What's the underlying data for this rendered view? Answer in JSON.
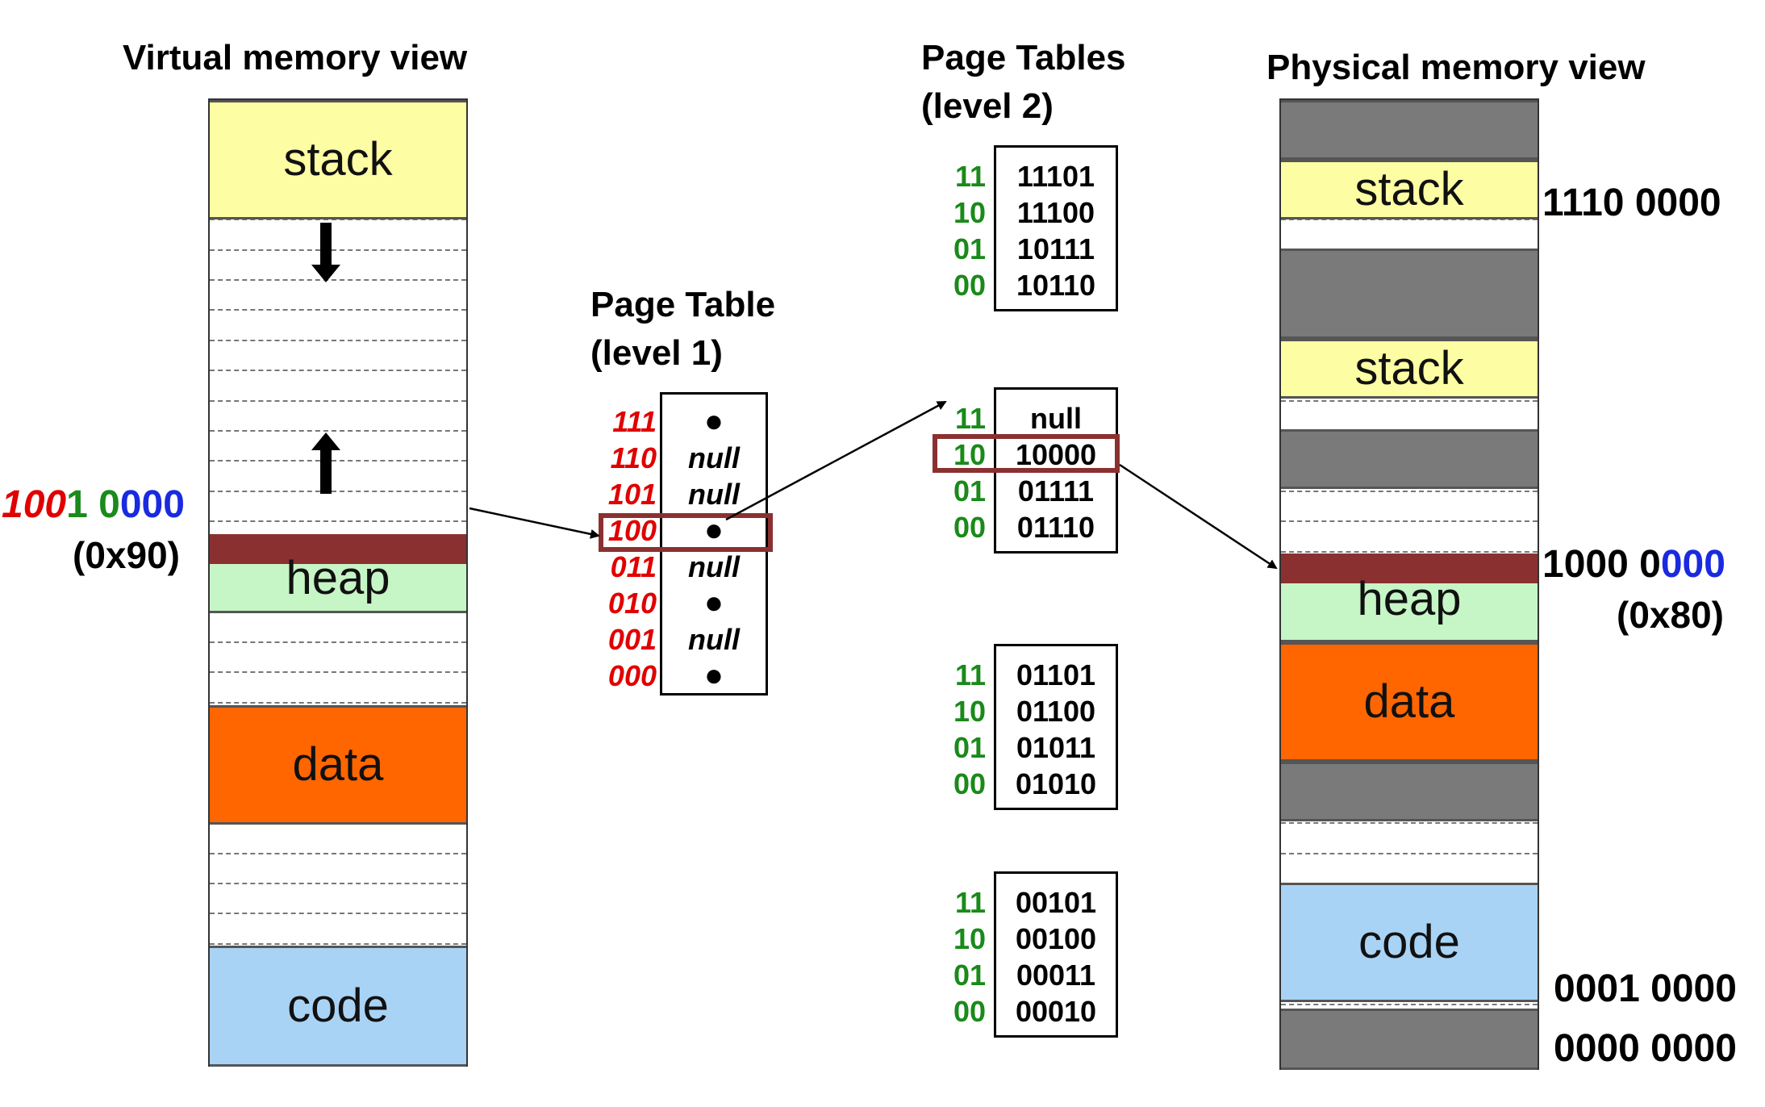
{
  "titles": {
    "virtual": "Virtual memory view",
    "pt1_line1": "Page Table",
    "pt1_line2": "(level 1)",
    "pt2_line1": "Page Tables",
    "pt2_line2": "(level 2)",
    "physical": "Physical memory view"
  },
  "virtual_memory": {
    "segments": {
      "stack": "stack",
      "heap": "heap",
      "data": "data",
      "code": "code"
    },
    "address": {
      "part_red": "100",
      "part_green_1": "1",
      "space": " ",
      "part_green_2": "0",
      "part_blue": "000",
      "hex": "(0x90)"
    }
  },
  "page_table_l1": {
    "rows": [
      {
        "index": "111",
        "value": "●"
      },
      {
        "index": "110",
        "value": "null"
      },
      {
        "index": "101",
        "value": "null"
      },
      {
        "index": "100",
        "value": "●"
      },
      {
        "index": "011",
        "value": "null"
      },
      {
        "index": "010",
        "value": "●"
      },
      {
        "index": "001",
        "value": "null"
      },
      {
        "index": "000",
        "value": "●"
      }
    ]
  },
  "page_tables_l2": [
    {
      "rows": [
        {
          "index": "11",
          "value": "11101"
        },
        {
          "index": "10",
          "value": "11100"
        },
        {
          "index": "01",
          "value": "10111"
        },
        {
          "index": "00",
          "value": "10110"
        }
      ]
    },
    {
      "rows": [
        {
          "index": "11",
          "value": "null"
        },
        {
          "index": "10",
          "value": "10000"
        },
        {
          "index": "01",
          "value": "01111"
        },
        {
          "index": "00",
          "value": "01110"
        }
      ]
    },
    {
      "rows": [
        {
          "index": "11",
          "value": "01101"
        },
        {
          "index": "10",
          "value": "01100"
        },
        {
          "index": "01",
          "value": "01011"
        },
        {
          "index": "00",
          "value": "01010"
        }
      ]
    },
    {
      "rows": [
        {
          "index": "11",
          "value": "00101"
        },
        {
          "index": "10",
          "value": "00100"
        },
        {
          "index": "01",
          "value": "00011"
        },
        {
          "index": "00",
          "value": "00010"
        }
      ]
    }
  ],
  "physical_memory": {
    "segments": {
      "stack_top": "stack",
      "stack_2": "stack",
      "heap": "heap",
      "data": "data",
      "code": "code"
    },
    "addresses": {
      "stack_addr": "1110 0000",
      "heap_addr_black": "1000 0",
      "heap_addr_blue": "000",
      "heap_hex": "(0x80)",
      "code_addr": "0001 0000",
      "bottom_addr": "0000 0000"
    }
  },
  "colors": {
    "stack": "#fdfda4",
    "heap": "#c6f5c6",
    "data": "#ff6600",
    "code": "#a9d3f5",
    "highlight": "#8b3030",
    "unused_physical": "#7a7a7a",
    "index_red": "#e00000",
    "index_green": "#1a8a1a",
    "offset_blue": "#1a2ae0"
  }
}
